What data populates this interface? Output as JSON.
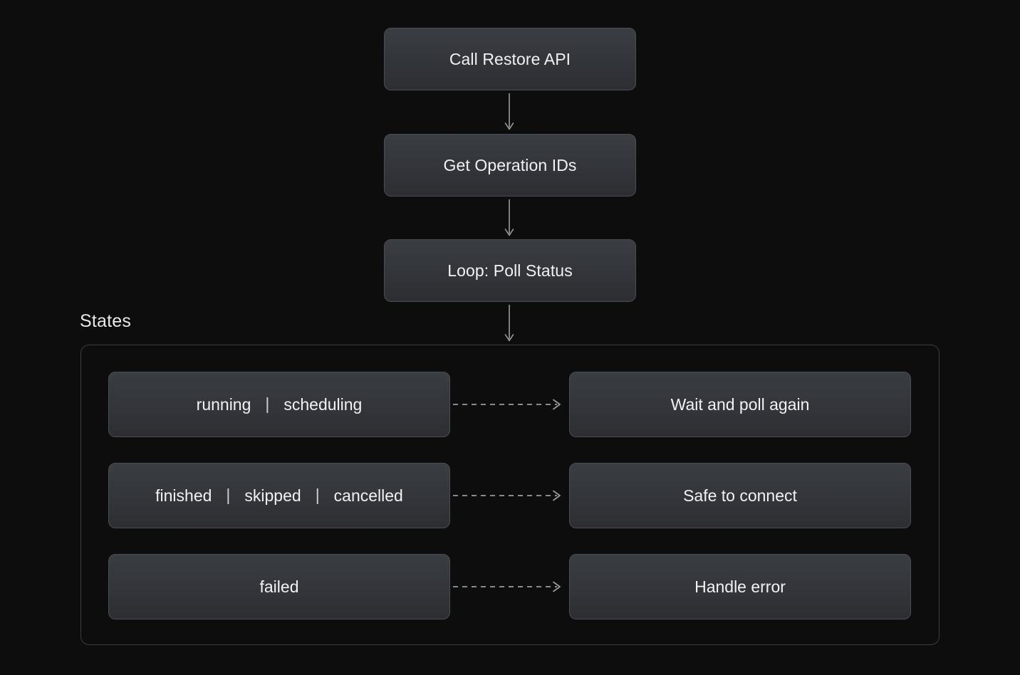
{
  "diagram": {
    "title_label": "States",
    "colors": {
      "background": "#0d0d0e",
      "node_fill_top": "#3a3d42",
      "node_fill_bottom": "#2c2e32",
      "node_border": "#4a4d52",
      "group_border": "#3b3d41",
      "text": "#f2f2f3",
      "arrow": "#9a9c9f"
    },
    "flow_nodes": [
      {
        "id": "call-restore-api",
        "label": "Call Restore API"
      },
      {
        "id": "get-operation-ids",
        "label": "Get Operation IDs"
      },
      {
        "id": "loop-poll-status",
        "label": "Loop: Poll Status"
      }
    ],
    "connector_separator": "|",
    "state_rows": [
      {
        "id": "running-scheduling",
        "states": [
          "running",
          "scheduling"
        ],
        "action": "Wait and poll again",
        "action_id": "wait-and-poll-again"
      },
      {
        "id": "finished-skipped-cancelled",
        "states": [
          "finished",
          "skipped",
          "cancelled"
        ],
        "action": "Safe to connect",
        "action_id": "safe-to-connect"
      },
      {
        "id": "failed",
        "states": [
          "failed"
        ],
        "action": "Handle error",
        "action_id": "handle-error"
      }
    ]
  }
}
